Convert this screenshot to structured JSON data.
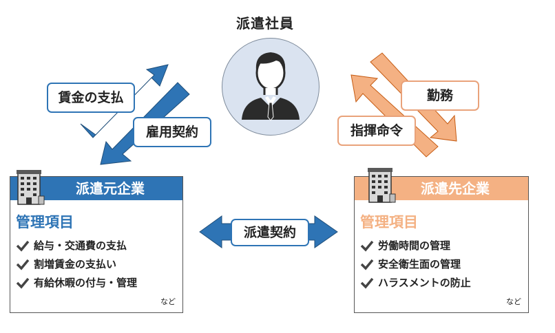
{
  "worker": {
    "title": "派遣社員",
    "icon": "person-icon"
  },
  "arrows_left": {
    "upper_label": "賃金の支払",
    "lower_label": "雇用契約",
    "color": "#2e74b5"
  },
  "arrows_right": {
    "upper_label": "勤務",
    "lower_label": "指揮命令",
    "color": "#f4b183"
  },
  "center_arrow": {
    "label": "派遣契約",
    "color": "#2e74b5"
  },
  "dispatch_company": {
    "name": "派遣元企業",
    "header_color": "#2e74b5",
    "items_title": "管理項目",
    "items": [
      "給与・交通費の支払",
      "割増賃金の支払い",
      "有給休暇の付与・管理"
    ],
    "etc": "など",
    "icon": "building-icon"
  },
  "client_company": {
    "name": "派遣先企業",
    "header_color": "#f4b183",
    "items_title": "管理項目",
    "items": [
      "労働時間の管理",
      "安全衛生面の管理",
      "ハラスメントの防止"
    ],
    "etc": "など",
    "icon": "building-icon"
  }
}
